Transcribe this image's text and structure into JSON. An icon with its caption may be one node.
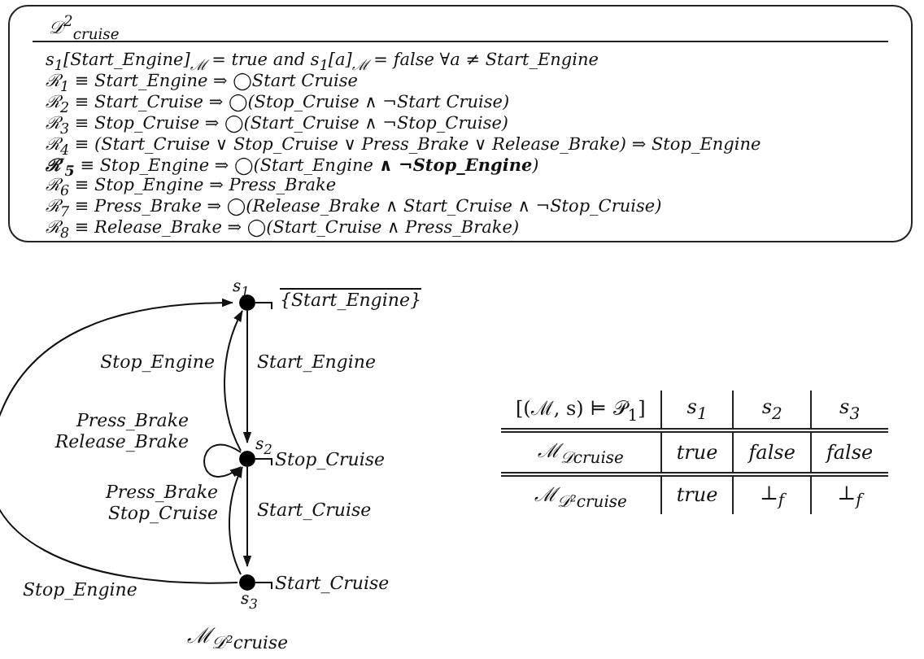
{
  "diagram": {
    "nodes": [
      {
        "text": [
          "𝒟$^{2}$$_{cruise}$",
          "s$_{1}$[Start_Engine]$_{ℳ}$ = true and s$_{1}$[a]$_{ℳ}$ = false ∀a ≠ Start_Engine",
          "ℛ$_{1}$ ≡ Start_Engine ⇒ ◯Start Cruise",
          "ℛ$_{2}$ ≡ Start_Cruise ⇒ ◯(Stop_Cruise ∧ ¬Start Cruise)",
          "ℛ$_{3}$ ≡ Stop_Cruise ⇒ ◯(Start_Cruise ∧ ¬Stop_Cruise)",
          "ℛ$_{4}$ ≡ (Start_Cruise ∨ Stop_Cruise ∨ Press_Brake ∨ Release_Brake) ⇒ Stop_Engine",
          "**ℛ′$_{5}$** ≡ Stop_Engine ⇒ ◯(Start_Engine **∧ ¬Stop_Engine**)",
          "ℛ$_{6}$ ≡ Stop_Engine ⇒ Press_Brake",
          "ℛ$_{7}$ ≡ Press_Brake ⇒ ◯(Release_Brake ∧ Start_Cruise ∧ ¬Stop_Cruise)",
          "ℛ$_{8}$ ≡ Release_Brake ⇒ ◯(Start_Cruise ∧ Press_Brake)"
        ]
      },
      {
        "text": [
          "s$_{1}$"
        ],
        "beside": [
          "{Start_Engine}"
        ]
      },
      {
        "text": [
          "s$_{2}$"
        ],
        "beside": [
          "Stop_Cruise"
        ]
      },
      {
        "text": [
          "s$_{3}$"
        ],
        "beside": [
          "Start_Cruise"
        ]
      }
    ],
    "edges": [
      {
        "from": 1,
        "to": 2,
        "arrow": "to",
        "label": "Start_Engine"
      },
      {
        "from": 2,
        "to": 1,
        "arrow": "to",
        "label": "Stop_Engine"
      },
      {
        "from": 2,
        "to": 2,
        "arrow": "to",
        "label": "Press_Brake Release_Brake"
      },
      {
        "from": 2,
        "to": 3,
        "arrow": "to",
        "label": "Start_Cruise"
      },
      {
        "from": 3,
        "to": 2,
        "arrow": "to",
        "label": "Press_Brake Stop_Cruise"
      },
      {
        "from": 3,
        "to": 1,
        "arrow": "to",
        "label": "Stop_Engine"
      }
    ],
    "labels": [
      "ℳ$_{𝒟²cruise}$",
      "[(ℳ, s) ⊨ 𝒫$_{1}$]",
      "s$_{1}$",
      "s$_{2}$",
      "s$_{3}$",
      "ℳ$_{𝒟cruise}$",
      "true",
      "false",
      "false",
      "ℳ$_{𝒟²cruise}$",
      "true",
      "⊥$_{f}$",
      "⊥$_{f}$"
    ]
  }
}
